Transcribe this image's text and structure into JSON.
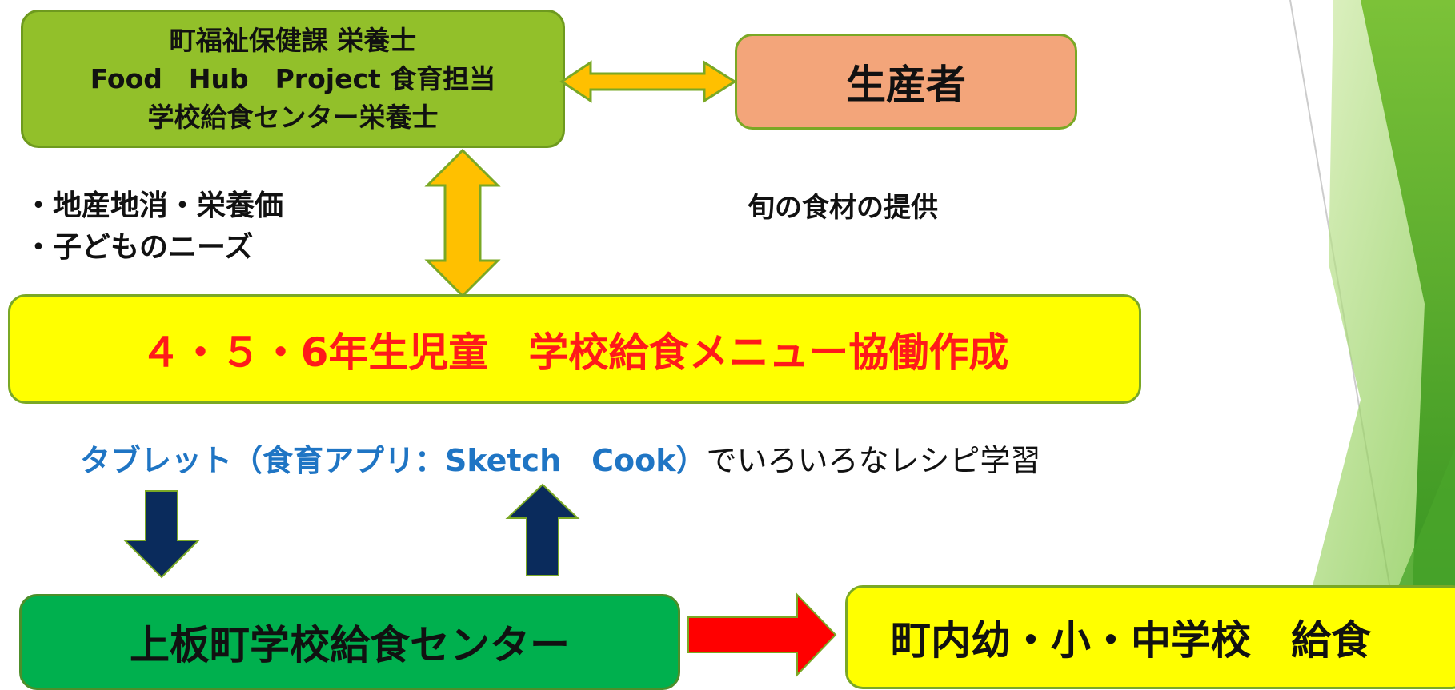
{
  "stakeholders": {
    "line1": "町福祉保健課 栄養士",
    "line2": "Food　Hub　Project 食育担当",
    "line3": "学校給食センター栄養士"
  },
  "producer": {
    "label": "生産者"
  },
  "notes": {
    "line1": "・地産地消・栄養価",
    "line2": "・子どものニーズ"
  },
  "seasonal": {
    "label": "旬の食材の提供"
  },
  "menu": {
    "label": "４・５・6年生児童　学校給食メニュー協働作成"
  },
  "tablet": {
    "highlight": "タブレット（食育アプリ：Sketch　Cook）",
    "rest": "でいろいろなレシピ学習"
  },
  "center": {
    "label": "上板町学校給食センター"
  },
  "schools": {
    "label": "町内幼・小・中学校　給食"
  },
  "colors": {
    "stakeholders_fill": "#92c02a",
    "producer_fill": "#f3a57a",
    "menu_fill": "#ffff00",
    "menu_text": "#ff1a1a",
    "center_fill": "#00b04e",
    "schools_fill": "#ffff00",
    "orange_arrow": "#ffc000",
    "navy_arrow": "#0a2b5c",
    "red_arrow": "#ff0000",
    "tablet_text": "#1f75c4"
  }
}
